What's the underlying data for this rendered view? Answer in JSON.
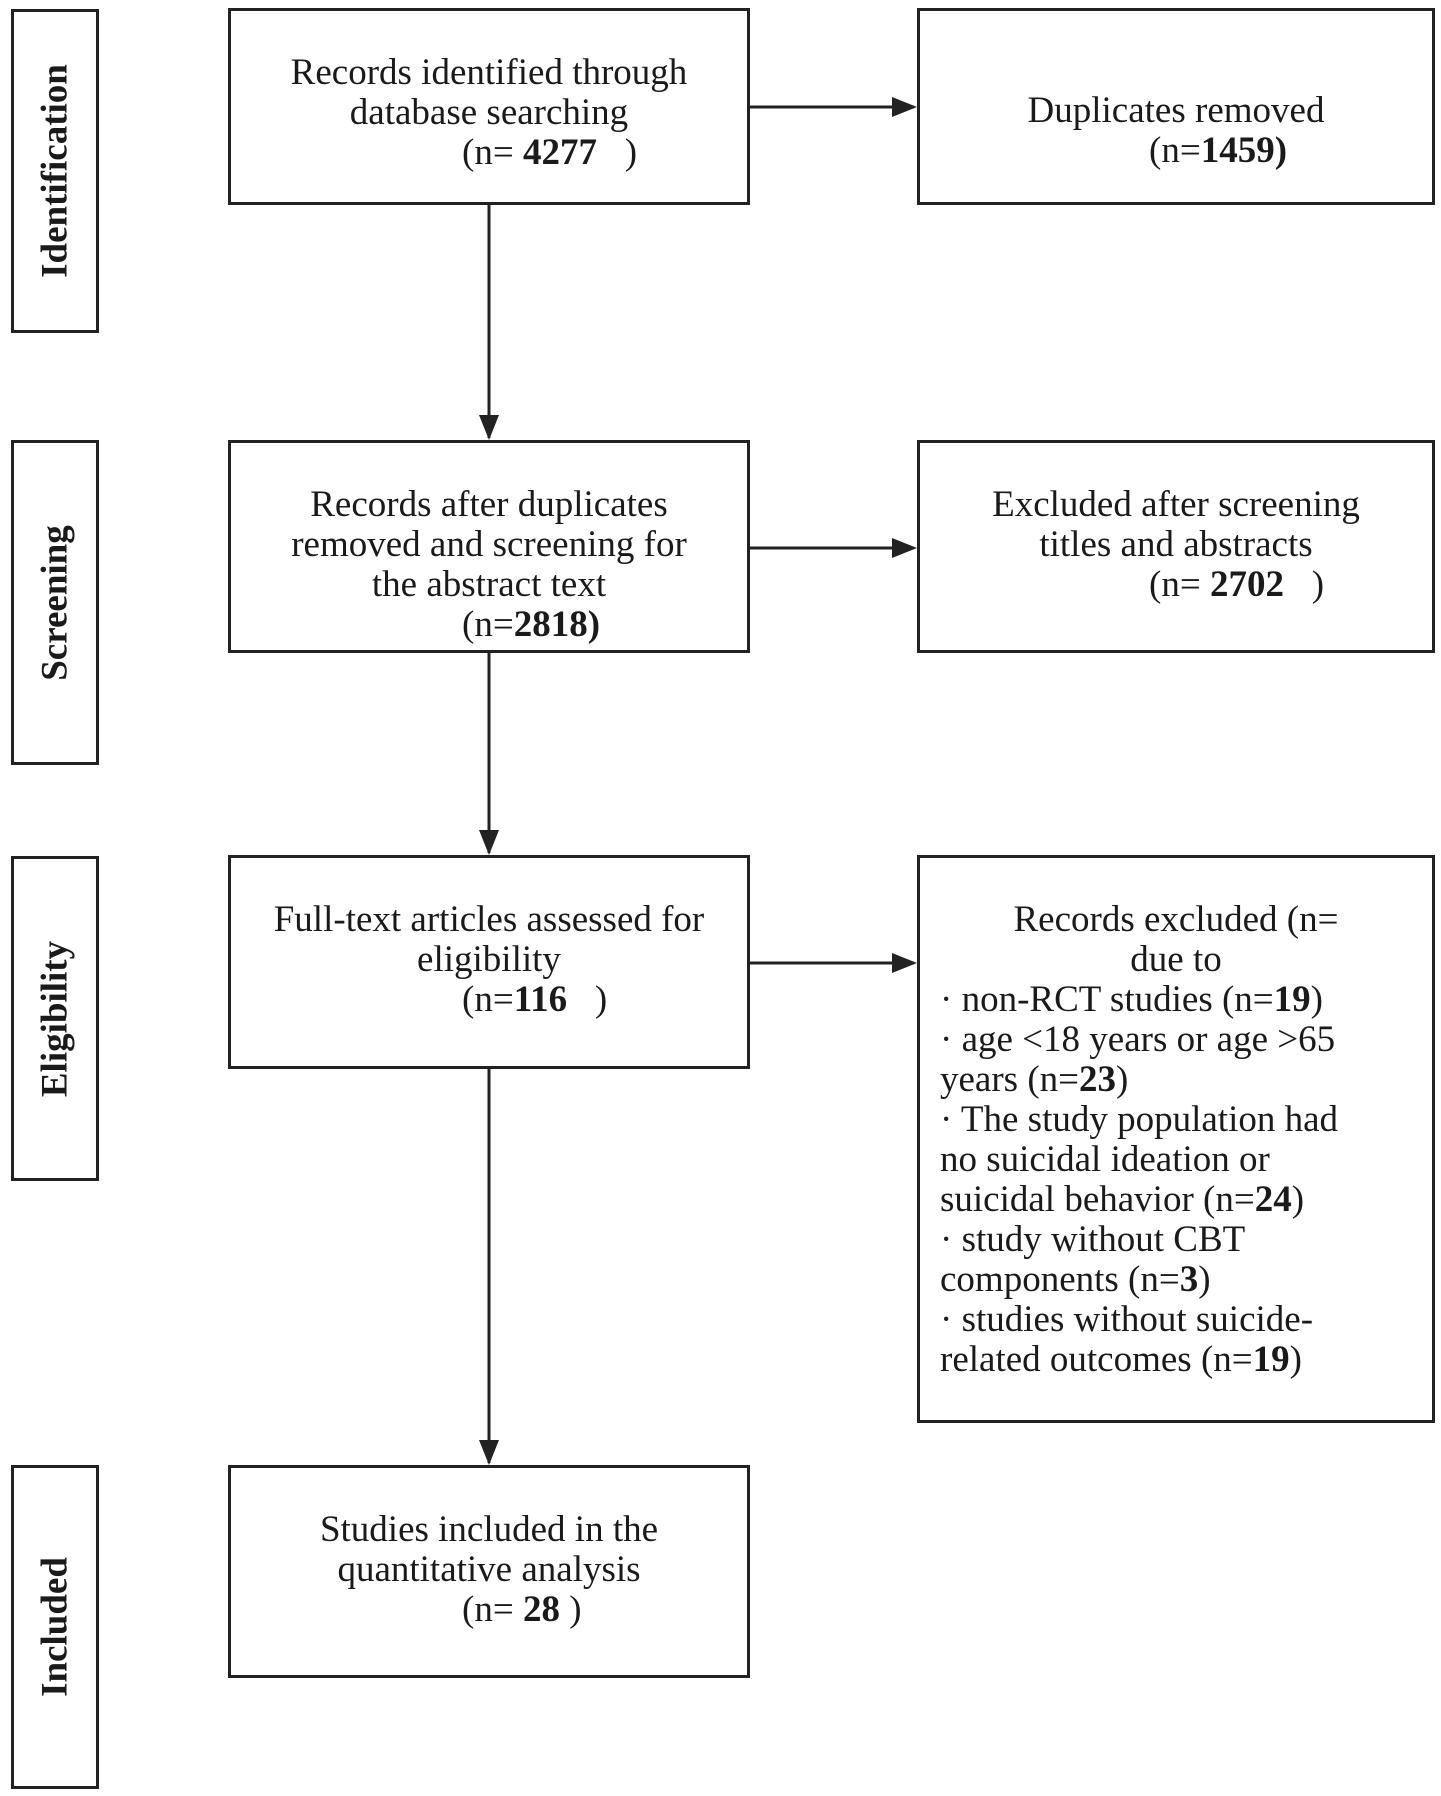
{
  "stages": {
    "identification": "Identification",
    "screening": "Screening",
    "eligibility": "Eligibility",
    "included": "Included"
  },
  "boxes": {
    "identified": {
      "line1": "Records identified through",
      "line2": "database searching",
      "count_prefix": "(n= ",
      "count": "4277",
      "count_suffix": "   )"
    },
    "duplicates": {
      "line1": "Duplicates removed",
      "count_prefix": "(n=",
      "count": "1459)",
      "count_suffix": ""
    },
    "screened": {
      "line1": "Records after duplicates",
      "line2": "removed and screening for",
      "line3": "the abstract text",
      "count_prefix": "(n=",
      "count": "2818)",
      "count_suffix": ""
    },
    "excluded_screening": {
      "line1": "Excluded after screening",
      "line2": "titles and abstracts",
      "count_prefix": "(n= ",
      "count": "2702",
      "count_suffix": "   )"
    },
    "fulltext": {
      "line1": "Full-text articles assessed for",
      "line2": "eligibility",
      "count_prefix": "(n=",
      "count": "116",
      "count_suffix": "   )"
    },
    "excluded_records": {
      "header1": "Records excluded (n=",
      "header2": "due to",
      "r1_pre": "·  non-RCT studies (n=",
      "r1_num": "19",
      "r1_post": ")",
      "r2_text": "·  age <18 years or age >65",
      "r3_pre": "years (n=",
      "r3_num": "23",
      "r3_post": ")",
      "r4_text": "·  The study population had",
      "r5_text": "no suicidal ideation or",
      "r6_pre": "suicidal behavior (n=",
      "r6_num": "24",
      "r6_post": ")",
      "r7_text": "·  study without CBT",
      "r8_pre": "components (n=",
      "r8_num": "3",
      "r8_post": ")",
      "r9_text": "·  studies without suicide-",
      "r10_pre": "related outcomes (n=",
      "r10_num": "19",
      "r10_post": ")"
    },
    "included": {
      "line1": "Studies included in the",
      "line2": "quantitative analysis",
      "count_prefix": "(n= ",
      "count": "28",
      "count_suffix": " )"
    }
  }
}
